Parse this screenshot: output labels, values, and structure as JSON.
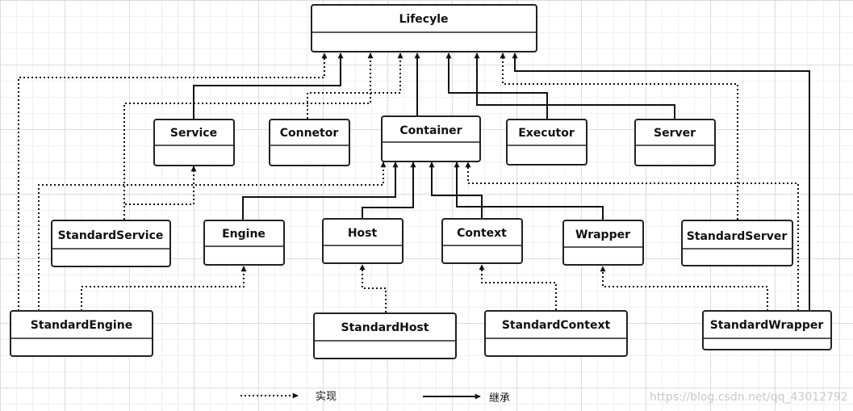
{
  "classes": {
    "lifecycle": "Lifecyle",
    "service": "Service",
    "connector": "Connetor",
    "container": "Container",
    "executor": "Executor",
    "server": "Server",
    "standard_service": "StandardService",
    "engine": "Engine",
    "host": "Host",
    "context": "Context",
    "wrapper": "Wrapper",
    "standard_server": "StandardServer",
    "standard_engine": "StandardEngine",
    "standard_host": "StandardHost",
    "standard_context": "StandardContext",
    "standard_wrapper": "StandardWrapper"
  },
  "legend": {
    "realization": "实现",
    "inheritance": "继承"
  },
  "watermark": "https://blog.csdn.net/qq_43012792",
  "colors": {
    "line": "#111111",
    "box_fill": "#ffffff",
    "grid": "#dcdcdc",
    "watermark": "#c9c9c9"
  }
}
